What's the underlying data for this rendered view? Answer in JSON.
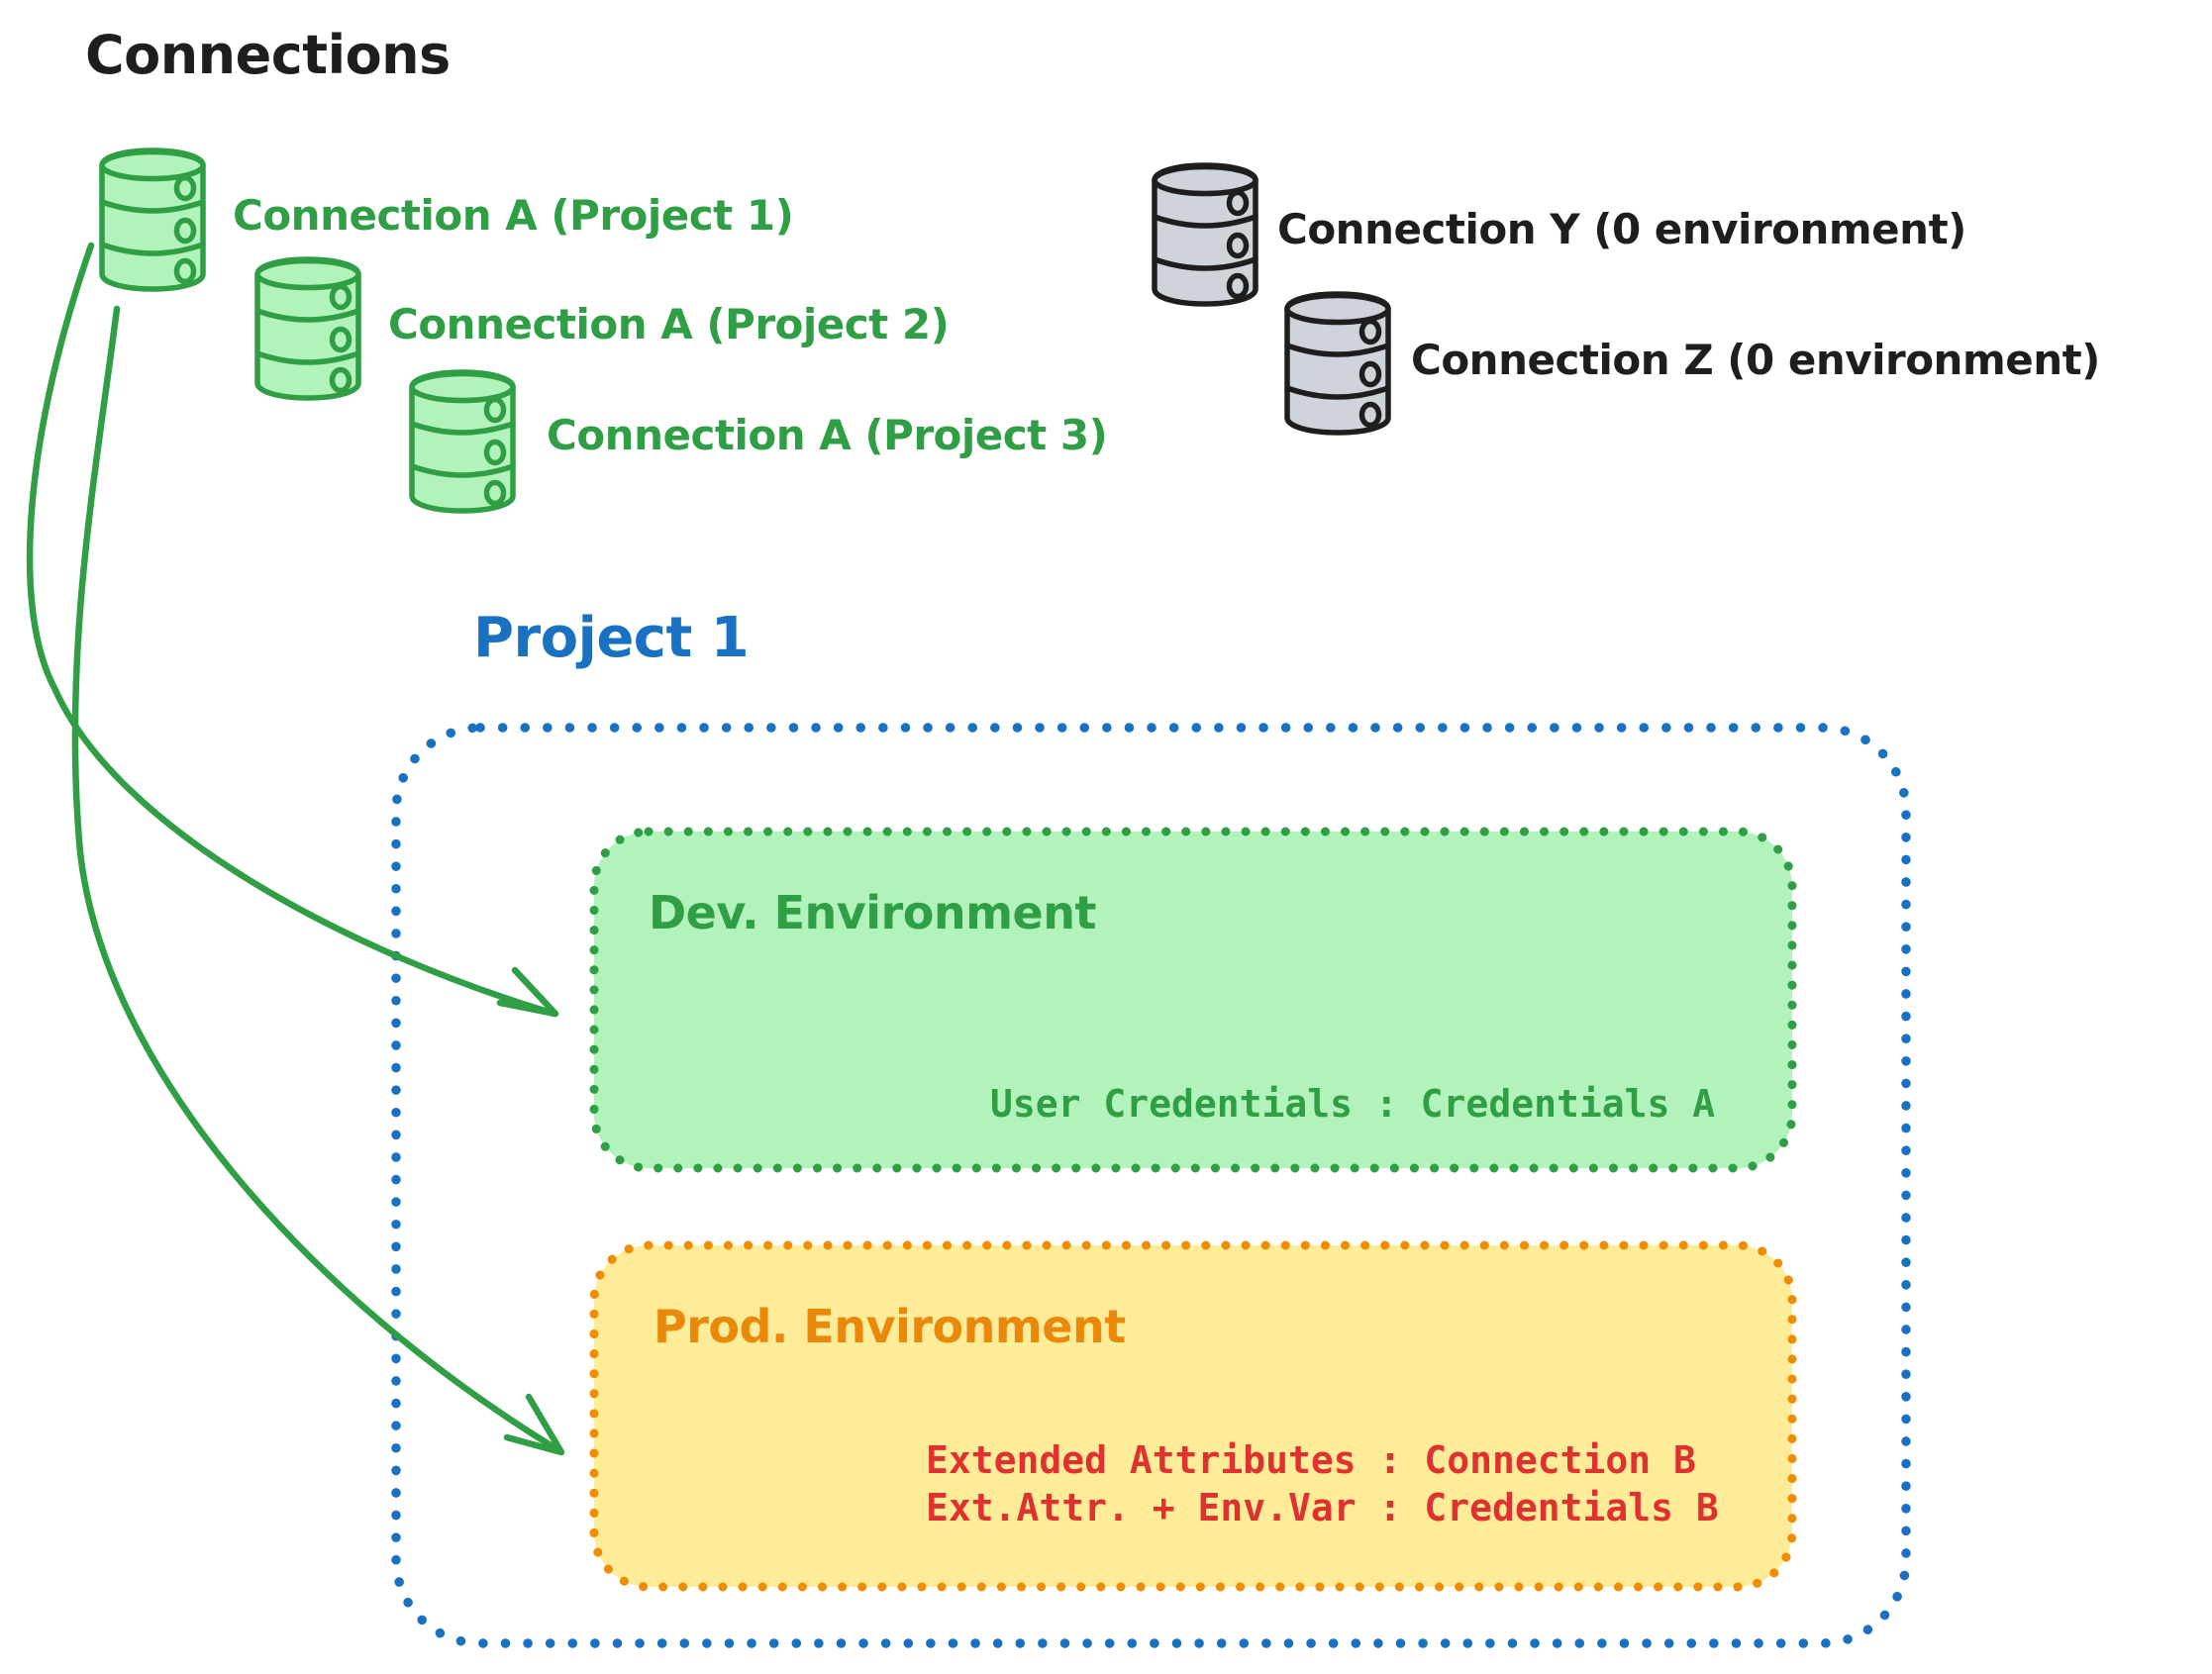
{
  "title": "Connections",
  "connections": {
    "green": [
      {
        "label": "Connection A (Project 1)"
      },
      {
        "label": "Connection A (Project 2)"
      },
      {
        "label": "Connection A (Project 3)"
      }
    ],
    "gray": [
      {
        "label": "Connection Y (0 environment)"
      },
      {
        "label": "Connection Z (0 environment)"
      }
    ]
  },
  "project": {
    "title": "Project 1",
    "dev_environment": {
      "title": "Dev. Environment",
      "credentials_line": "User Credentials : Credentials A"
    },
    "prod_environment": {
      "title": "Prod. Environment",
      "line1": "Extended Attributes : Connection B",
      "line2": "Ext.Attr. + Env.Var : Credentials B"
    }
  },
  "icons": {
    "green_database": "database-icon",
    "gray_database": "database-icon",
    "dev_arrow": "curved-arrow-icon",
    "prod_arrow": "curved-arrow-icon"
  },
  "colors": {
    "black": "#1e1e1e",
    "green_stroke": "#2f9e44",
    "green_fill": "#b2f2bb",
    "gray_fill": "#ced4da",
    "blue": "#1971c2",
    "orange_stroke": "#f08c00",
    "orange_text": "#e8890c",
    "yellow_fill": "#ffec99",
    "red_text": "#e03131",
    "background": "#ffffff"
  }
}
